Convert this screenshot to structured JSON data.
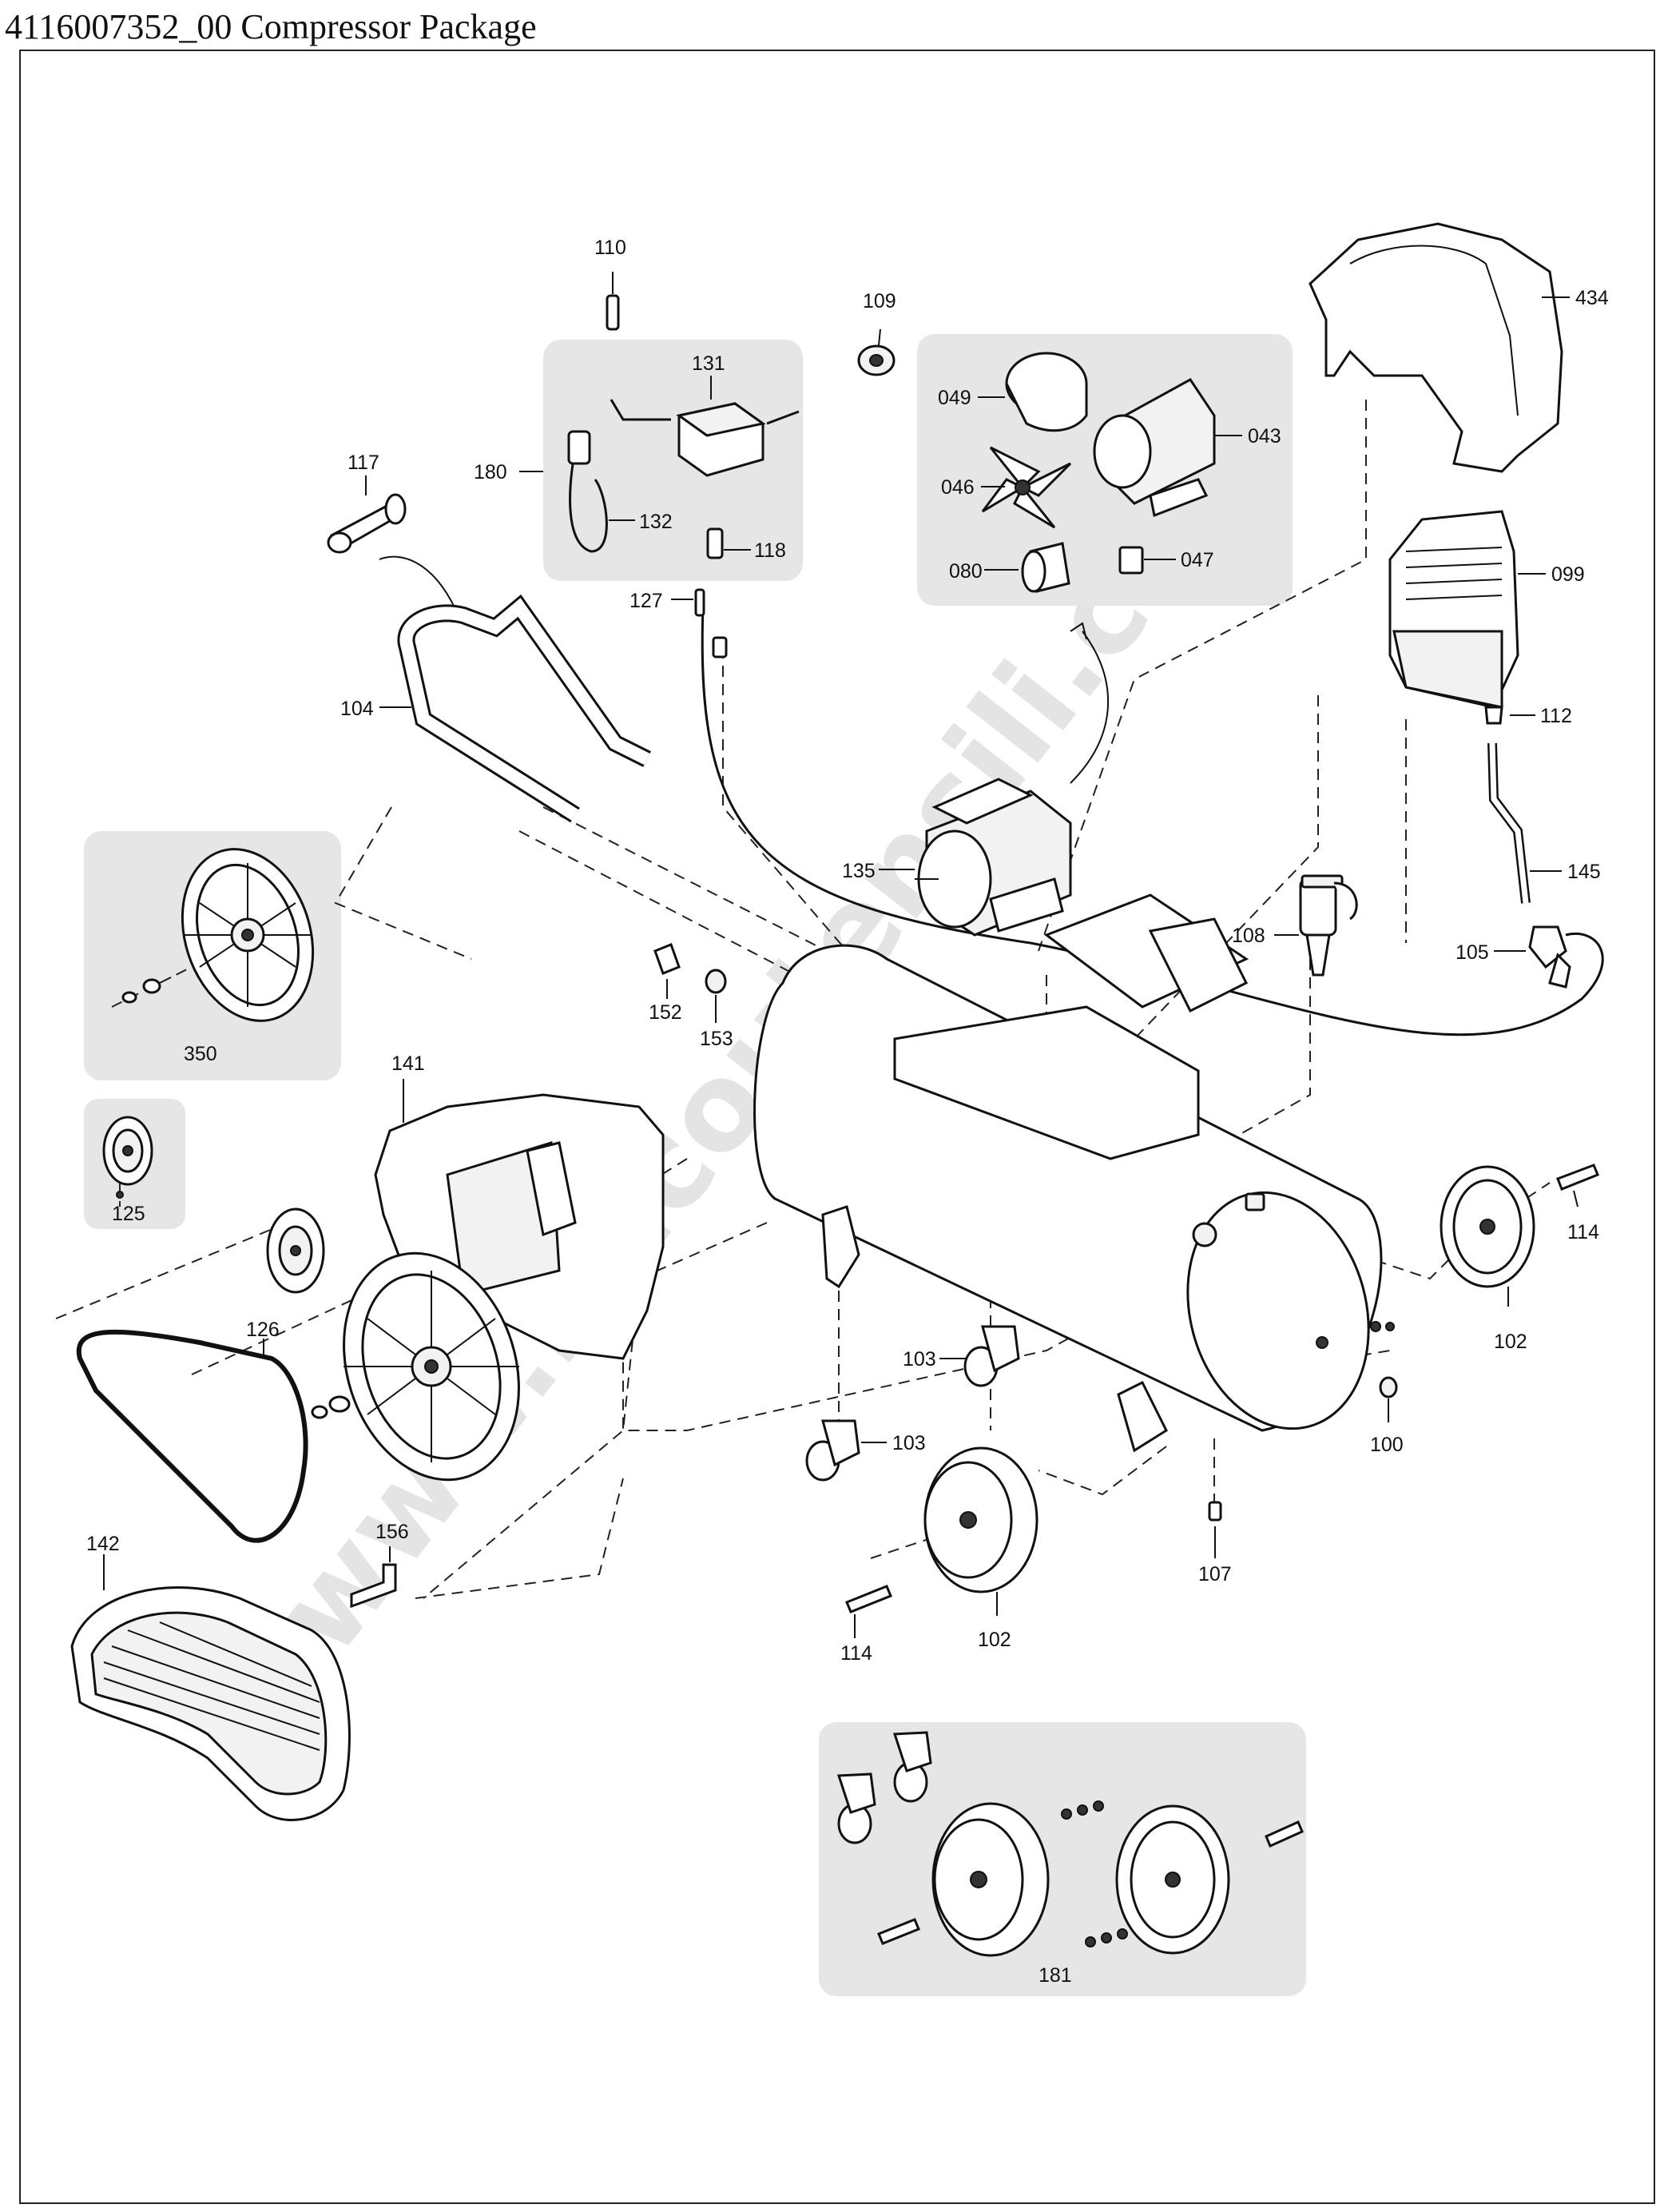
{
  "title": "4116007352_00 Compressor Package",
  "watermark": "www.bricoutensili.com",
  "labels": {
    "p110": "110",
    "p109": "109",
    "p131": "131",
    "p180": "180",
    "p132": "132",
    "p118": "118",
    "p127": "127",
    "p117": "117",
    "p104": "104",
    "p049": "049",
    "p043": "043",
    "p046": "046",
    "p080": "080",
    "p047": "047",
    "p434": "434",
    "p099": "099",
    "p112": "112",
    "p145": "145",
    "p105": "105",
    "p135": "135",
    "p108": "108",
    "p350": "350",
    "p125": "125",
    "p152": "152",
    "p153": "153",
    "p141": "141",
    "p126": "126",
    "p103a": "103",
    "p103b": "103",
    "p114a": "114",
    "p114b": "114",
    "p102a": "102",
    "p102b": "102",
    "p100": "100",
    "p107": "107",
    "p142": "142",
    "p156": "156",
    "p181": "181"
  }
}
